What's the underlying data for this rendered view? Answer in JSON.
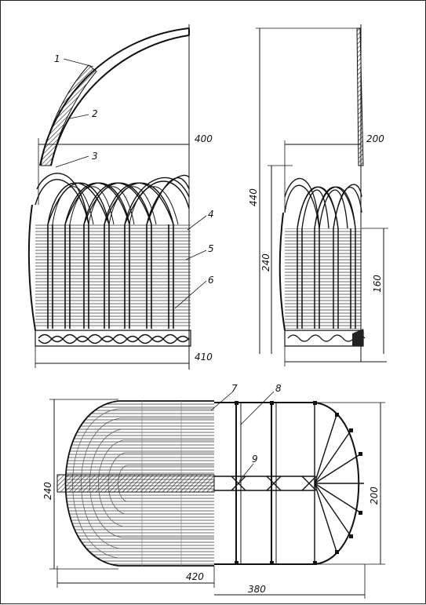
{
  "drawing": {
    "callouts": [
      "1",
      "2",
      "3",
      "4",
      "5",
      "6",
      "7",
      "8",
      "9"
    ],
    "dimensions": {
      "front_handle_width": "400",
      "front_base_width": "410",
      "side_total_height": "440",
      "side_top_depth": "200",
      "side_body_height": "240",
      "side_lower_height": "160",
      "plan_left_height": "240",
      "plan_right_height": "200",
      "plan_bottom_length": "420",
      "plan_frame_length": "380"
    }
  }
}
